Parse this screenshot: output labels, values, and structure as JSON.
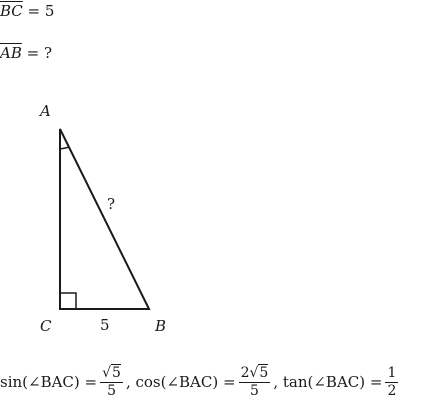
{
  "given": {
    "bc_label": "BC",
    "bc_rel": " = 5",
    "ab_label": "AB",
    "ab_rel": " = ?"
  },
  "figure": {
    "vertex_a": "A",
    "vertex_b": "B",
    "vertex_c": "C",
    "side_cb": "5",
    "side_ab": "?"
  },
  "formula": {
    "sin_lhs": "sin(∠BAC) =",
    "sin_num_root": "√",
    "sin_num_rad": "5",
    "sin_den": "5",
    "cos_lhs": ", cos(∠BAC) =",
    "cos_num_coef": "2",
    "cos_num_root": "√",
    "cos_num_rad": "5",
    "cos_den": "5",
    "tan_lhs": ", tan(∠BAC) =",
    "tan_num": "1",
    "tan_den": "2"
  }
}
